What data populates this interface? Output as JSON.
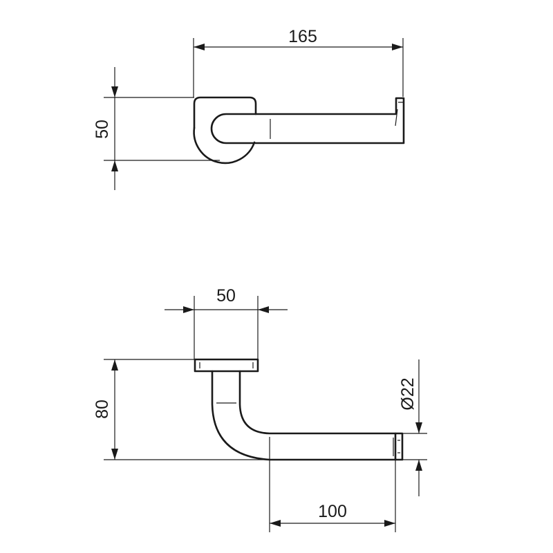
{
  "top_view": {
    "width_dim": "165",
    "height_dim": "50"
  },
  "front_view": {
    "plate_width_dim": "50",
    "height_dim": "80",
    "diameter_dim": "Ø22",
    "arm_length_dim": "100"
  },
  "colors": {
    "line": "#1a1a1a",
    "background": "#ffffff"
  }
}
